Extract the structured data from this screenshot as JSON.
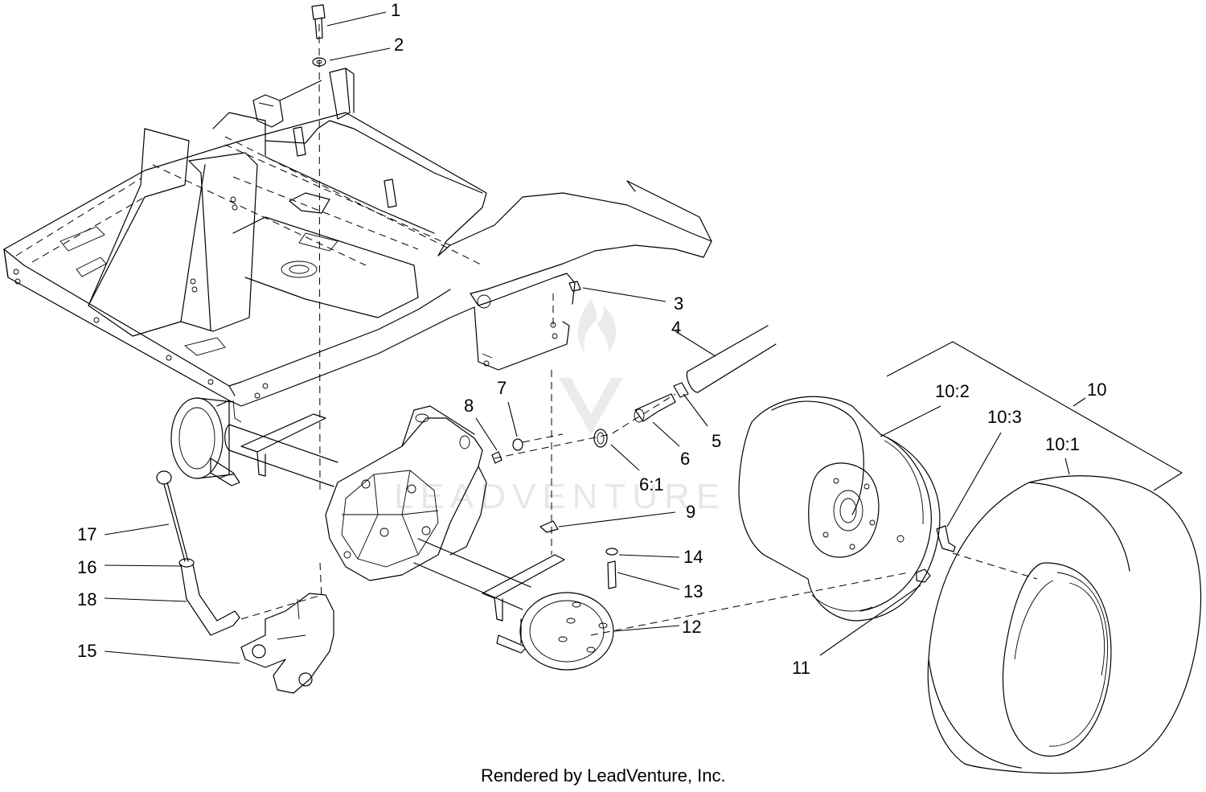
{
  "diagram": {
    "callouts": [
      {
        "id": "1",
        "label": "1"
      },
      {
        "id": "2",
        "label": "2"
      },
      {
        "id": "3",
        "label": "3"
      },
      {
        "id": "4",
        "label": "4"
      },
      {
        "id": "5",
        "label": "5"
      },
      {
        "id": "6",
        "label": "6"
      },
      {
        "id": "6_1",
        "label": "6:1"
      },
      {
        "id": "7",
        "label": "7"
      },
      {
        "id": "8",
        "label": "8"
      },
      {
        "id": "9",
        "label": "9"
      },
      {
        "id": "10",
        "label": "10"
      },
      {
        "id": "10_1",
        "label": "10:1"
      },
      {
        "id": "10_2",
        "label": "10:2"
      },
      {
        "id": "10_3",
        "label": "10:3"
      },
      {
        "id": "11",
        "label": "11"
      },
      {
        "id": "12",
        "label": "12"
      },
      {
        "id": "13",
        "label": "13"
      },
      {
        "id": "14",
        "label": "14"
      },
      {
        "id": "15",
        "label": "15"
      },
      {
        "id": "16",
        "label": "16"
      },
      {
        "id": "17",
        "label": "17"
      },
      {
        "id": "18",
        "label": "18"
      }
    ],
    "credit": "Rendered by LeadVenture, Inc.",
    "watermark": "LEADVENTURE"
  }
}
